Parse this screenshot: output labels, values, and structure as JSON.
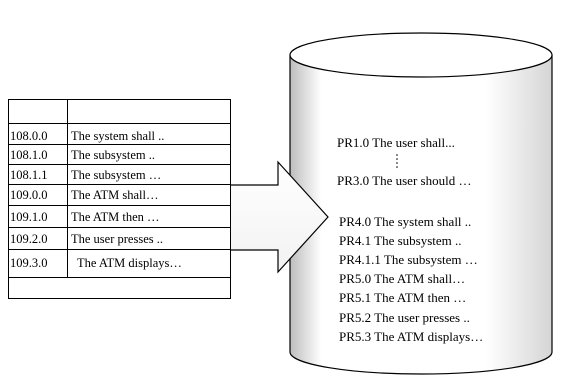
{
  "requirements_table": {
    "rows": [
      {
        "id": "108.0.0",
        "text": "The system shall .."
      },
      {
        "id": "108.1.0",
        "text": "The subsystem .."
      },
      {
        "id": "108.1.1",
        "text": "The subsystem …"
      },
      {
        "id": "109.0.0",
        "text": "The ATM shall…"
      },
      {
        "id": "109.1.0",
        "text": "The ATM then …"
      },
      {
        "id": "109.2.0",
        "text": "The user presses .."
      },
      {
        "id": "109.3.0",
        "text": "The ATM displays…"
      }
    ]
  },
  "database": {
    "top_entries": [
      "PR1.0  The user shall...",
      "PR3.0  The user should …"
    ],
    "bottom_entries": [
      "PR4.0 The system shall ..",
      "PR4.1  The subsystem ..",
      "PR4.1.1 The subsystem …",
      "PR5.0  The ATM shall…",
      "PR5.1  The ATM then …",
      "PR5.2 The user presses ..",
      "PR5.3 The ATM displays…"
    ]
  },
  "colors": {
    "arrow_fill": "#ffffff",
    "stroke": "#000000",
    "cylinder_shadow": "#c8c8c8"
  }
}
